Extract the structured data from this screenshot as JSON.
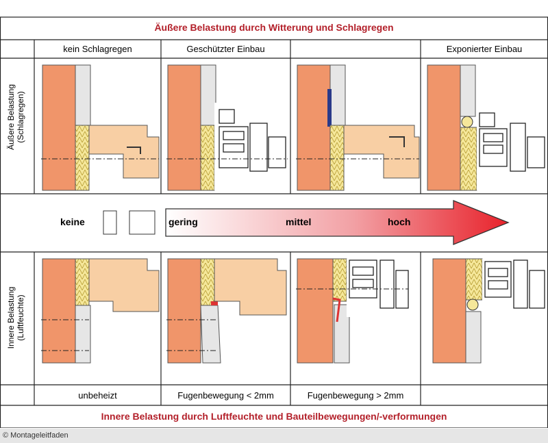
{
  "titles": {
    "top": "Äußere Belastung durch Witterung und Schlagregen",
    "bottom": "Innere Belastung durch Luftfeuchte und Bauteilbewegungen/-verformungen"
  },
  "top_headers": [
    "kein Schlagregen",
    "Geschützter Einbau",
    "",
    "Exponierter Einbau"
  ],
  "bottom_labels": [
    "unbeheizt",
    "Fugenbewegung < 2mm",
    "Fugenbewegung > 2mm",
    ""
  ],
  "row_labels": {
    "outer_line1": "Äußere Belastung",
    "outer_line2": "(Schlagregen)",
    "inner_line1": "Innere Belastung",
    "inner_line2": "(Luftfeuchte)"
  },
  "scale": {
    "none": "keine",
    "low": "gering",
    "mid": "mittel",
    "high": "hoch"
  },
  "credit": "© Montageleitfaden",
  "colors": {
    "title": "#b3202a",
    "brick": "#f0956a",
    "timber": "#f8cfa4",
    "insulation": "#f5e79a",
    "arrow_end": "#e8222b"
  }
}
